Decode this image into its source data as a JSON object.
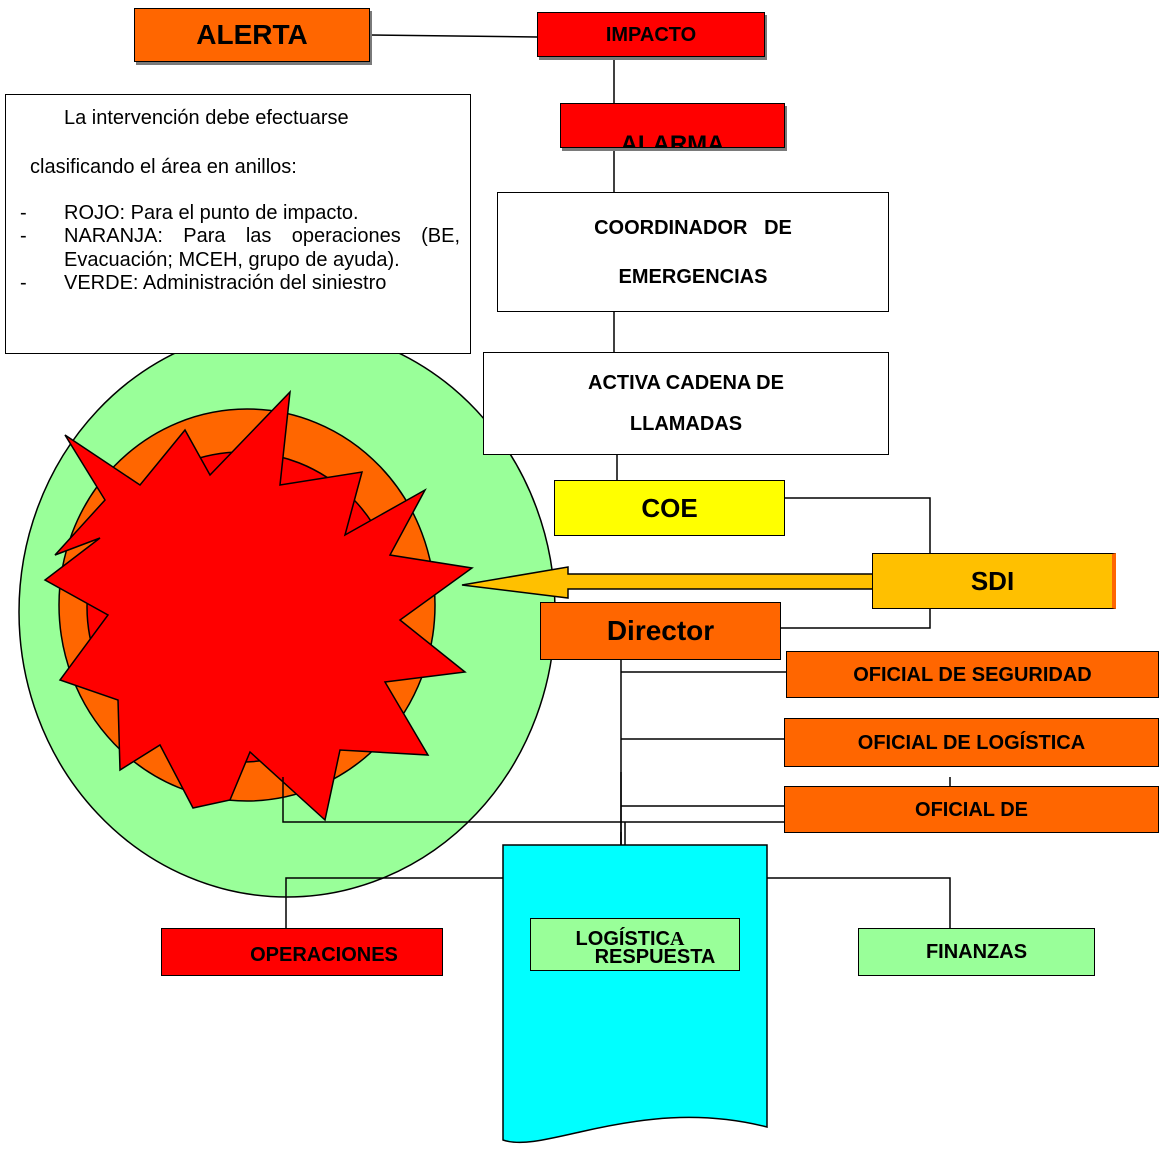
{
  "colors": {
    "red": "#ff0000",
    "orange": "#ff6600",
    "green": "#99ff99",
    "yellow": "#ffff00",
    "gold": "#ffc000",
    "cyan": "#00ffff"
  },
  "nodes": {
    "alerta": "ALERTA",
    "impacto": "IMPACTO",
    "alarma": "ALARMA",
    "coordinador_line1": "COORDINADOR   DE",
    "coordinador_line2": "EMERGENCIAS",
    "activa_line1": "ACTIVA CADENA DE",
    "activa_line2": "LLAMADAS",
    "coe": "COE",
    "sdi": "SDI",
    "director": "Director",
    "oficial_seguridad": "OFICIAL DE SEGURIDAD",
    "oficial_logistica": "OFICIAL DE LOGÍSTICA",
    "oficial_de": "OFICIAL DE",
    "operaciones": "OPERACIONES",
    "logistica": "LOGÍSTIC",
    "logistica_end": "A",
    "finanzas": "FINANZAS",
    "respuesta": "RESPUESTA"
  },
  "note": {
    "intro_line1": "La intervención debe efectuarse",
    "intro_line2": "clasificando el área en anillos:",
    "items": [
      "ROJO: Para el punto de impacto.",
      "NARANJA: Para las operaciones (BE, Evacuación; MCEH, grupo de ayuda).",
      "VERDE: Administración del siniestro"
    ]
  }
}
